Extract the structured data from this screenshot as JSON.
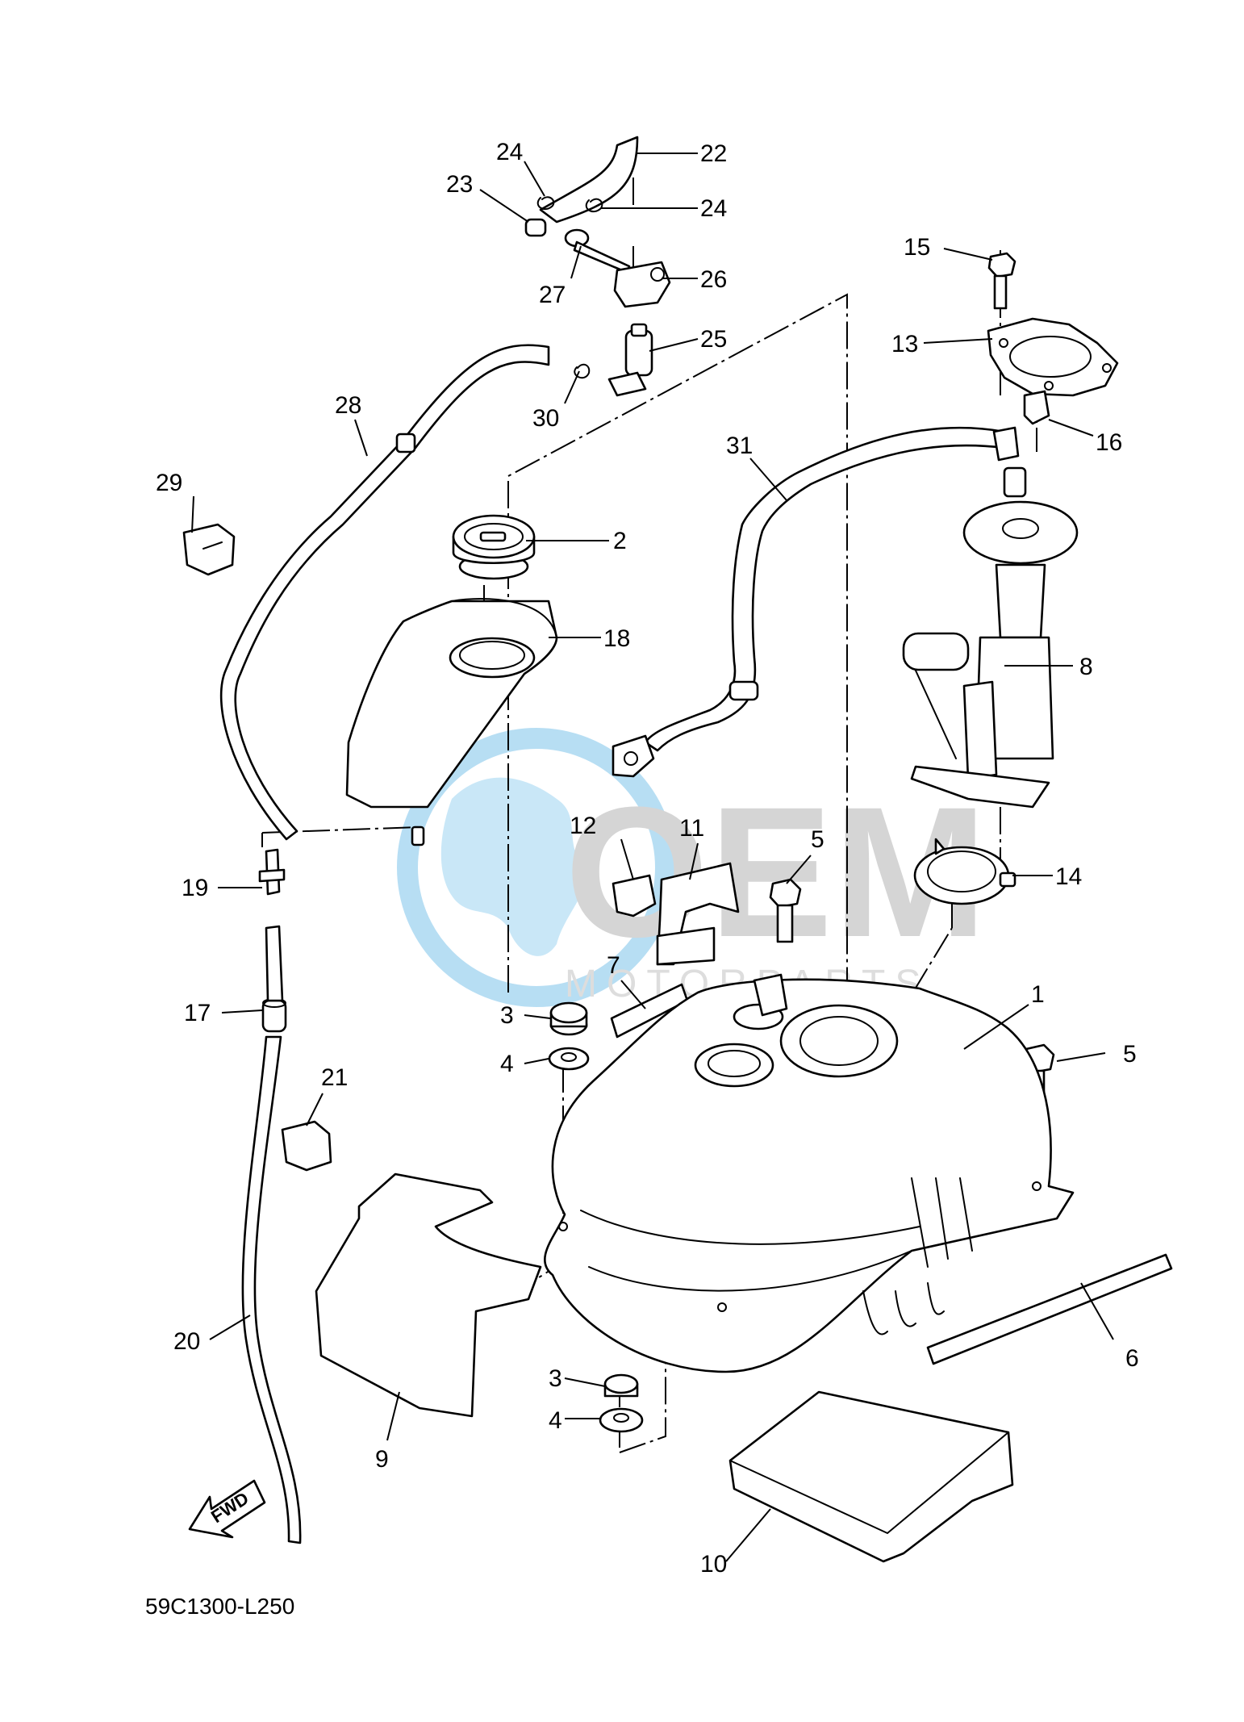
{
  "diagram": {
    "code": "59C1300-L250",
    "fwd_label": "FWD",
    "callouts": {
      "c1": "1",
      "c2": "2",
      "c3a": "3",
      "c3b": "3",
      "c4a": "4",
      "c4b": "4",
      "c5a": "5",
      "c5b": "5",
      "c6": "6",
      "c7": "7",
      "c8": "8",
      "c9": "9",
      "c10": "10",
      "c11": "11",
      "c12": "12",
      "c13": "13",
      "c14": "14",
      "c15": "15",
      "c16": "16",
      "c17": "17",
      "c18": "18",
      "c19": "19",
      "c20": "20",
      "c21": "21",
      "c22": "22",
      "c23": "23",
      "c24a": "24",
      "c24b": "24",
      "c25": "25",
      "c26": "26",
      "c27": "27",
      "c28": "28",
      "c29": "29",
      "c30": "30",
      "c31": "31"
    }
  },
  "watermark": {
    "logo_text": "OEM",
    "subtitle": "MOTORPARTS",
    "color_globe": "#9fd3f0",
    "color_text": "#c8c8c8"
  }
}
